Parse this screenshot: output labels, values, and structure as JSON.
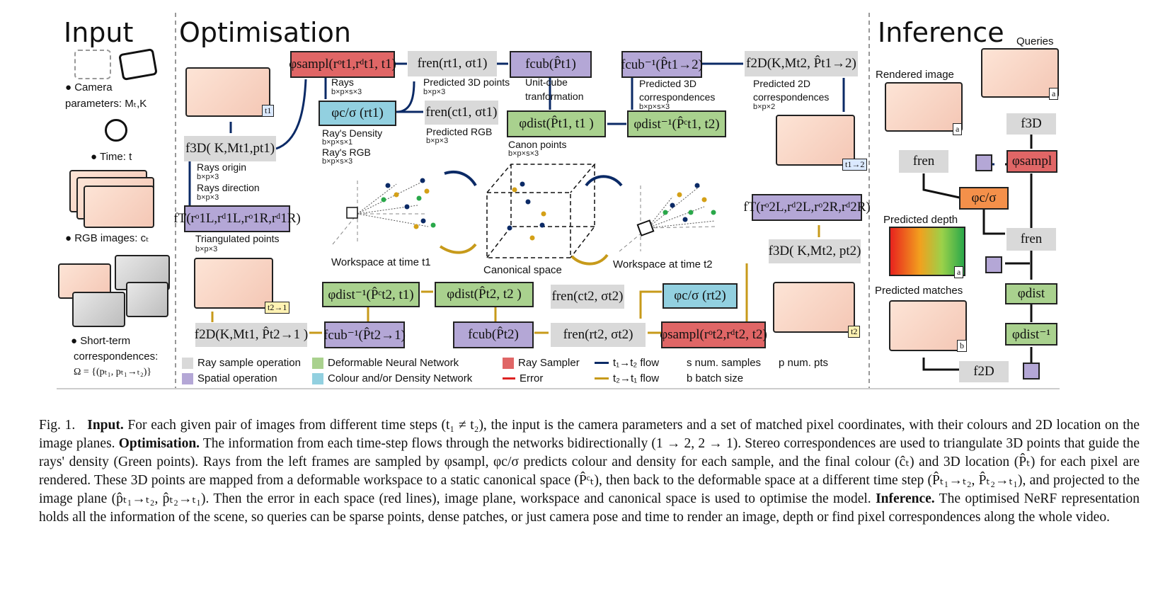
{
  "sections": {
    "input": "Input",
    "optimisation": "Optimisation",
    "inference": "Inference"
  },
  "input": {
    "camera": "● Camera",
    "camera2": "parameters: Mₜ,K",
    "time": "● Time: t",
    "rgb": "● RGB images: cₜ",
    "st1": "● Short-term",
    "st2": "correspondences:",
    "st3": "Ω = {(pₜ₁, pₜ₁→ₜ₂)}"
  },
  "boxes": {
    "f3d_t1": "f3D( K,Mt1,pt1)",
    "phi_sampl_t1": "φsampl(rᵒt1,rᵈt1, t1)",
    "fren_rt1": "fren(rt1, σt1)",
    "fcub_t1": "fcub(P̂t1)",
    "fcub_inv_t12": "fcub⁻¹(P̂t1→2)",
    "f2d_t12": "f2D(K,Mt2, P̂t1→2)",
    "phi_cs_t1": "φc/σ (rt1)",
    "fren_ct1": "fren(ct1, σt1)",
    "phi_dist_t1": "φdist(P̂t1, t1 )",
    "phi_dist_inv_t1": "φdist⁻¹(P̂ᶜt1, t2)",
    "ft_1": "fT(rᵒ1L,rᵈ1L,rᵒ1R,rᵈ1R)",
    "ft_2": "fT(rᵒ2L,rᵈ2L,rᵒ2R,rᵈ2R)",
    "f3d_t2": "f3D( K,Mt2, pt2)",
    "phi_dist_inv_t2": "φdist⁻¹(P̂ᶜt2, t1)",
    "phi_dist_t2": "φdist(P̂t2, t2 )",
    "fren_ct2": "fren(ct2, σt2)",
    "phi_cs_t2": "φc/σ (rt2)",
    "f2d_t21": "f2D(K,Mt1, P̂t2→1 )",
    "fcub_inv_t21": "fcub⁻¹(P̂t2→1)",
    "fcub_t2": "fcub(P̂t2)",
    "fren_rt2": "fren(rt2, σt2)",
    "phi_sampl_t2": "φsampl(rᵒt2,rᵈt2, t2)"
  },
  "labels": {
    "rays": "Rays",
    "rays_dim": "b×p×s×3",
    "pred3d": "Predicted 3D points",
    "pred3d_dim": "b×p×3",
    "unitcube": "Unit-cube",
    "tranform": "tranformation",
    "pred3dcorr": "Predicted 3D",
    "pred3dcorr2": "correspondences",
    "pred3dcorr_dim": "b×p×s×3",
    "pred2dcorr": "Predicted 2D",
    "pred2dcorr2": "correspondences",
    "pred2dcorr_dim": "b×p×2",
    "raysorigin": "Rays origin",
    "raysorigin_dim": "b×p×3",
    "raysdir": "Rays direction",
    "raysdir_dim": "b×p×3",
    "raydensity": "Ray's Density",
    "raydensity_dim": "b×p×s×1",
    "rayrgb": "Ray's RGB",
    "rayrgb_dim": "b×p×s×3",
    "predrgb": "Predicted RGB",
    "predrgb_dim": "b×p×3",
    "canon": "Canon points",
    "canon_dim": "b×p×s×3",
    "tri": "Triangulated points",
    "tri_dim": "b×p×3",
    "ws1": "Workspace at time t1",
    "canonical": "Canonical space",
    "ws2": "Workspace at time t2"
  },
  "tags": {
    "t1": "t1",
    "t12": "t1→2",
    "t21": "t2→1",
    "t2": "t2",
    "a": "a",
    "b": "b"
  },
  "inference": {
    "queries": "Queries",
    "rendered": "Rendered image",
    "depth": "Predicted depth",
    "matches": "Predicted matches",
    "f3d": "f3D",
    "fren1": "fren",
    "fren2": "fren",
    "phisampl": "φsampl",
    "phics": "φc/σ",
    "phidist": "φdist",
    "phidistinv": "φdist⁻¹",
    "f2d": "f2D"
  },
  "legend": {
    "ray": "Ray sample operation",
    "spatial": "Spatial operation",
    "deform": "Deformable Neural Network",
    "colour": "Colour and/or Density Network",
    "sampler": "Ray Sampler",
    "error": "Error",
    "f12": "t₁→t₂ flow",
    "f21": "t₂→t₁ flow",
    "s": "s num. samples",
    "b": "b batch size",
    "p": "p num. pts"
  },
  "colors": {
    "gray": "#d9d9d9",
    "purple": "#b4a7d6",
    "green": "#a9d18e",
    "cyan": "#92d0e0",
    "red": "#e06666",
    "navy": "#0b2a66",
    "gold": "#c79a1a"
  },
  "caption": {
    "fig": "Fig. 1.",
    "input_h": "Input.",
    "input_t": " For each given pair of images from different time steps (t₁ ≠ t₂), the input is the camera parameters and a set of matched pixel coordinates, with their colours and 2D location on the image planes.",
    "opt_h": "Optimisation.",
    "opt_t": " The information from each time-step flows through the networks bidirectionally (1 → 2, 2 → 1). Stereo correspondences are used to triangulate 3D points that guide the rays' density (Green points). Rays from the left frames are sampled by φsampl, φc/σ predicts colour and density for each sample, and the final colour (ĉₜ) and 3D location (P̂ₜ) for each pixel are rendered. These 3D points are mapped from a deformable workspace to a static canonical space (P̂ᶜₜ), then back to the deformable space at a different time step (P̂ₜ₁→ₜ₂, P̂ₜ₂→ₜ₁), and projected to the image plane (p̂ₜ₁→ₜ₂, p̂ₜ₂→ₜ₁). Then the error in each space (red lines), image plane, workspace and canonical space is used to optimise the model.",
    "inf_h": "Inference.",
    "inf_t": " The optimised NeRF representation holds all the information of the scene, so queries can be sparse points, dense patches, or just camera pose and time to render an image, depth or find pixel correspondences along the whole video."
  }
}
